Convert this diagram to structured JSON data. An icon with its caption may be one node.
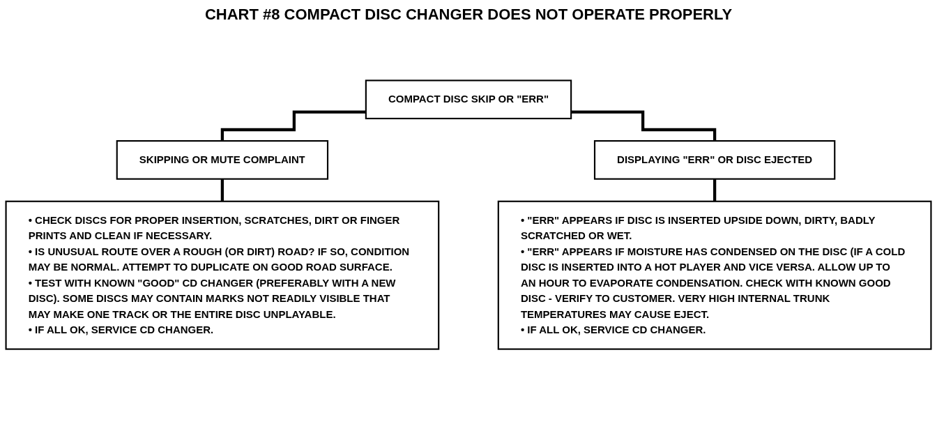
{
  "diagram": {
    "title": "CHART #8 COMPACT DISC CHANGER DOES NOT OPERATE PROPERLY",
    "nodes": [
      {
        "text": [
          "COMPACT DISC SKIP OR \"ERR\""
        ]
      },
      {
        "text": [
          "SKIPPING OR MUTE COMPLAINT"
        ]
      },
      {
        "text": [
          "DISPLAYING \"ERR\" OR DISC EJECTED"
        ]
      },
      {
        "text": [
          "• CHECK DISCS FOR PROPER INSERTION, SCRATCHES, DIRT OR FINGER PRINTS AND CLEAN IF NECESSARY.",
          "• IS UNUSUAL ROUTE OVER A ROUGH (OR DIRT) ROAD? IF SO, CONDITION MAY BE NORMAL. ATTEMPT TO DUPLICATE ON GOOD ROAD SURFACE.",
          "• TEST WITH KNOWN \"GOOD\" CD CHANGER (PREFERABLY WITH A NEW DISC). SOME DISCS MAY CONTAIN MARKS NOT READILY VISIBLE THAT MAY MAKE ONE TRACK OR THE ENTIRE DISC UNPLAYABLE.",
          "• IF ALL OK, SERVICE CD CHANGER."
        ]
      },
      {
        "text": [
          "• \"ERR\" APPEARS IF DISC IS INSERTED UPSIDE DOWN, DIRTY, BADLY SCRATCHED OR WET.",
          "• \"ERR\" APPEARS IF MOISTURE HAS CONDENSED ON THE DISC (IF A COLD DISC IS INSERTED INTO A HOT PLAYER AND VICE VERSA. ALLOW UP TO AN HOUR TO EVAPORATE CONDENSATION. CHECK WITH KNOWN GOOD DISC - VERIFY TO CUSTOMER. VERY HIGH INTERNAL TRUNK TEMPERATURES MAY CAUSE EJECT.",
          "• IF ALL OK, SERVICE CD CHANGER."
        ]
      }
    ],
    "edges": [
      {
        "from": 0,
        "to": 1,
        "arrow": "none"
      },
      {
        "from": 0,
        "to": 2,
        "arrow": "none"
      },
      {
        "from": 1,
        "to": 3,
        "arrow": "none"
      },
      {
        "from": 2,
        "to": 4,
        "arrow": "none"
      }
    ]
  }
}
